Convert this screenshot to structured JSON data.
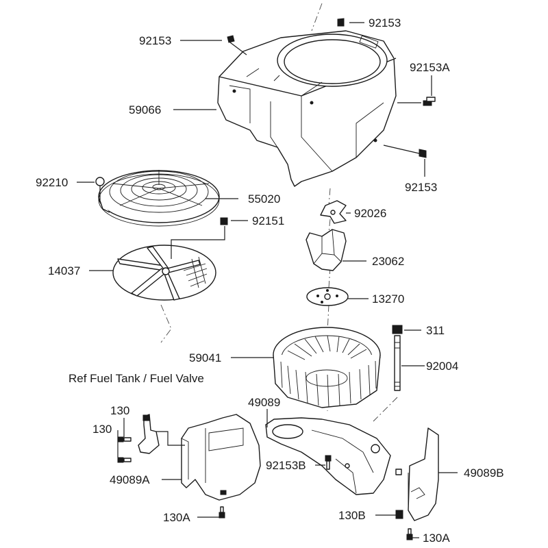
{
  "labels": {
    "l_92153_top_left": "92153",
    "l_92153_top_right": "92153",
    "l_92153A": "92153A",
    "l_59066": "59066",
    "l_92153_right": "92153",
    "l_92210": "92210",
    "l_55020": "55020",
    "l_92151": "92151",
    "l_92026": "92026",
    "l_23062": "23062",
    "l_14037": "14037",
    "l_13270": "13270",
    "l_311": "311",
    "l_59041": "59041",
    "l_92004": "92004",
    "l_ref": "Ref Fuel Tank / Fuel Valve",
    "l_49089": "49089",
    "l_130_a": "130",
    "l_130_b": "130",
    "l_49089A": "49089A",
    "l_92153B": "92153B",
    "l_49089B": "49089B",
    "l_130A_left": "130A",
    "l_130B": "130B",
    "l_130A_right": "130A"
  }
}
